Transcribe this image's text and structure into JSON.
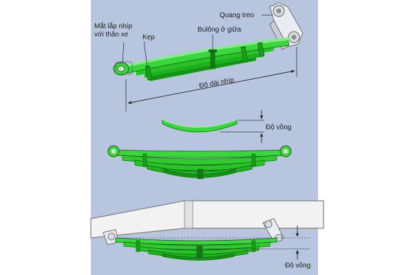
{
  "labels": {
    "mount_eye": [
      "Mắt lắp nhíp",
      "với thân xe"
    ],
    "clamp": "Kẹp",
    "center_bolt": "Bulông ở giữa",
    "shackle": "Quang treo",
    "spring_length": "Độ dài nhíp",
    "camber_top": "Độ vồng",
    "camber_bottom": "Độ vồng"
  },
  "colors": {
    "background_panel": "#b7c6de",
    "leaf_fill": "#3bd63b",
    "leaf_dark": "#169216",
    "leaf_edge": "#0d5e0d",
    "frame_fill": "#f2f2f2",
    "frame_stroke": "#7d7d7d",
    "dimension_line": "#222222"
  }
}
